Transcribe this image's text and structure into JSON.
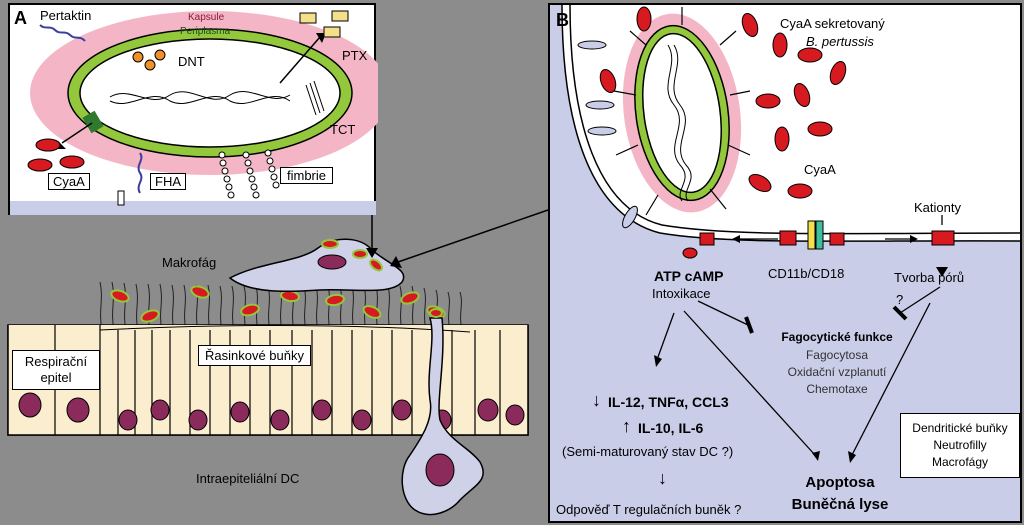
{
  "panel_a": {
    "letter": "A",
    "labels": {
      "pertaktin": "Pertaktin",
      "kapsule": "Kapsule",
      "periplasma": "Periplasma",
      "dnt": "DNT",
      "ptx": "PTX",
      "tct": "TCT",
      "cyaa": "CyaA",
      "fha": "FHA",
      "fimbrie": "fimbrie"
    }
  },
  "lower_left": {
    "makrofag": "Makrofág",
    "respiracni_line1": "Respirační",
    "respiracni_line2": "epitel",
    "rasinkove": "Řasinkové buňky",
    "intraepitelialni": "Intraepiteliální DC"
  },
  "panel_b": {
    "letter": "B",
    "cyaa_title_line1": "CyaA sekretovaný",
    "cyaa_title_line2": "B. pertussis",
    "cyaa": "CyaA",
    "kationty": "Kationty",
    "atp_camp": "ATP  cAMP",
    "intoxikace": "Intoxikace",
    "cd11b": "CD11b/CD18",
    "tvorba": "Tvorba pórů",
    "question": "?",
    "fagocyticke": "Fagocytické funkce",
    "fagocytosa": "Fagocytosa",
    "oxidacni": "Oxidační vzplanutí",
    "chemotaxe": "Chemotaxe",
    "il12": "IL-12, TNFα, CCL3",
    "il10": "IL-10, IL-6",
    "arrow_down": "↓",
    "arrow_up": "↑",
    "arrow_down2": "↓",
    "semi": "(Semi-maturovaný stav DC ?)",
    "odpoved": "Odpověď T regulačních buněk ?",
    "dendriticke": "Dendritické buňky",
    "neutrofilly": "Neutrofilly",
    "makrofagy": "Macrofágy",
    "apoptosa": "Apoptosa",
    "lyse": "Buněčná lyse"
  },
  "colors": {
    "background": "#8c8c8c",
    "capsule": "#f4b6c6",
    "periplasm": "#94c83c",
    "toxin": "#d71920",
    "membrane_blue": "#c9cde8",
    "epithelium": "#fbeecf",
    "nucleus": "#8b2b5b",
    "dc": "#cfd1e8"
  }
}
